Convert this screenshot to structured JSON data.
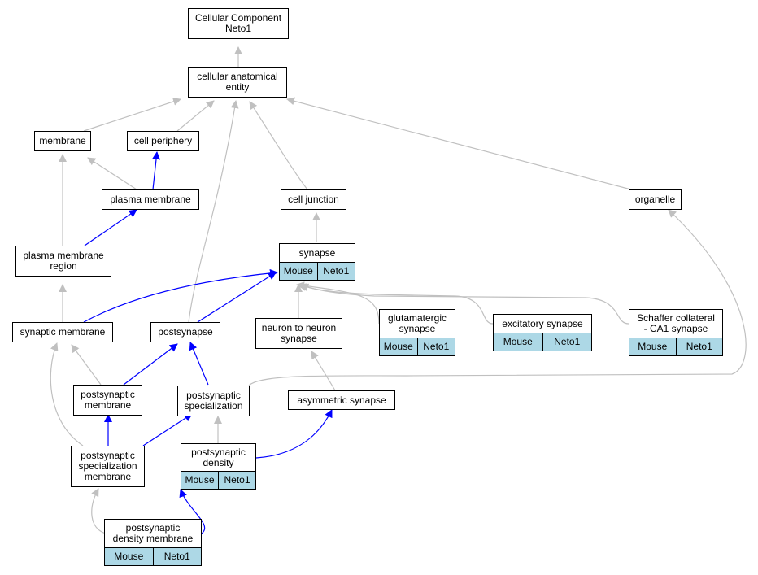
{
  "nodes": {
    "root": "Cellular Component\nNeto1",
    "cae": "cellular anatomical\nentity",
    "membrane": "membrane",
    "cell_periphery": "cell periphery",
    "plasma_membrane": "plasma membrane",
    "cell_junction": "cell junction",
    "organelle": "organelle",
    "pm_region": "plasma membrane\nregion",
    "synapse": "synapse",
    "synaptic_membrane": "synaptic membrane",
    "postsynapse": "postsynapse",
    "n2n_synapse": "neuron to neuron\nsynapse",
    "glut_synapse": "glutamatergic\nsynapse",
    "exc_synapse": "excitatory synapse",
    "schaffer": "Schaffer collateral\n- CA1 synapse",
    "ps_membrane": "postsynaptic\nmembrane",
    "ps_specialization": "postsynaptic\nspecialization",
    "asym_synapse": "asymmetric synapse",
    "ps_spec_membrane": "postsynaptic\nspecialization\nmembrane",
    "ps_density": "postsynaptic\ndensity",
    "psd_membrane": "postsynaptic\ndensity membrane"
  },
  "annotation": {
    "species": "Mouse",
    "gene": "Neto1"
  },
  "edge_colors": {
    "is_a": "#c0c0c0",
    "part_of": "#0000ff"
  }
}
